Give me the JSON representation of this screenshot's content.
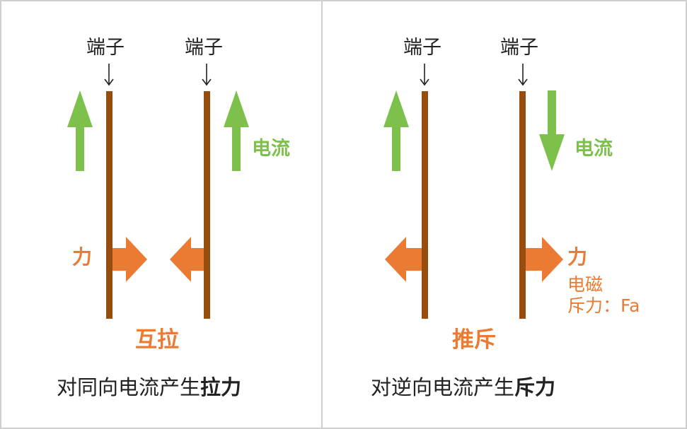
{
  "colors": {
    "wire": "#964d0e",
    "current_arrow": "#7dc04b",
    "force_arrow": "#eb7a33",
    "text": "#222222",
    "border": "#cfcfcf"
  },
  "left_panel": {
    "terminal_labels": [
      "端子",
      "端子"
    ],
    "current_label": "电流",
    "force_label": "力",
    "effect_label": "互拉",
    "caption_prefix": "对同向电流产生",
    "caption_bold": "拉力",
    "current_directions": [
      "up",
      "up"
    ],
    "force_directions": [
      "right",
      "left"
    ]
  },
  "right_panel": {
    "terminal_labels": [
      "端子",
      "端子"
    ],
    "current_label": "电流",
    "force_label": "力",
    "force_note_line1": "电磁",
    "force_note_line2": "斥力：Fa",
    "effect_label": "推斥",
    "caption_prefix": "对逆向电流产生",
    "caption_bold": "斥力",
    "current_directions": [
      "up",
      "down"
    ],
    "force_directions": [
      "left",
      "right"
    ]
  }
}
